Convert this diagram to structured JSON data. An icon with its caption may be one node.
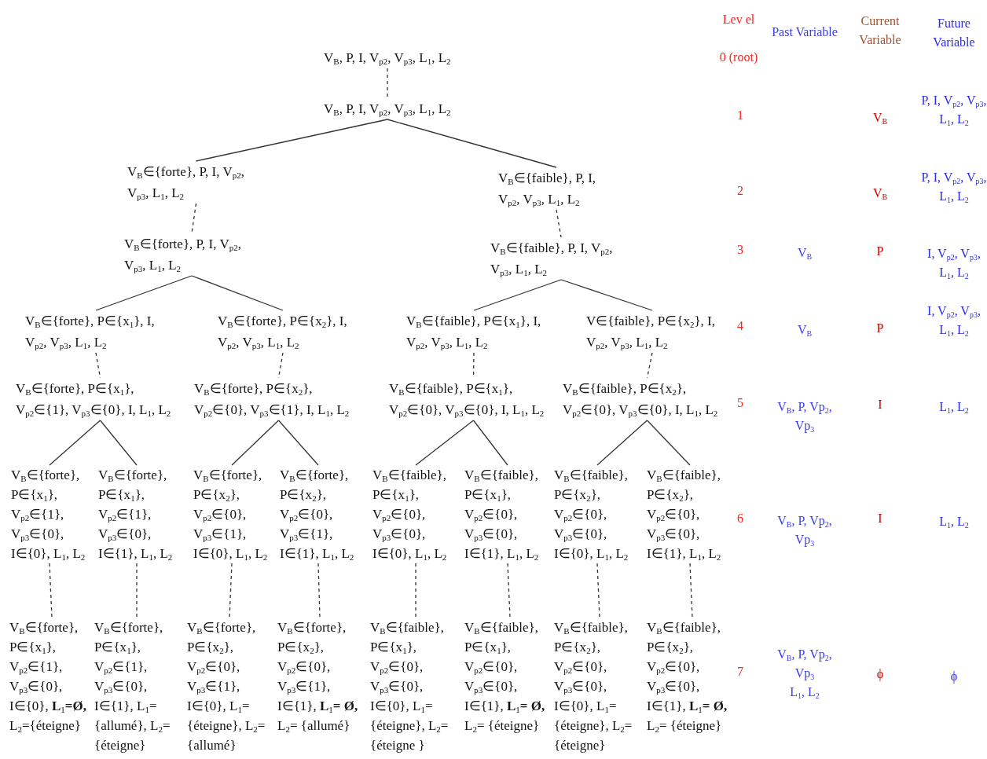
{
  "diagram": {
    "nodes": [
      {
        "text": [
          "V$_{B}$, P, I, V$_{p2}$, V$_{p3}$, L$_{1}$, L$_{2}$"
        ]
      },
      {
        "text": [
          "V$_{B}$, P, I, V$_{p2}$, V$_{p3}$, L$_{1}$, L$_{2}$"
        ]
      },
      {
        "text": [
          "V$_{B}$∈{forte}, P, I, V$_{p2}$, V$_{p3}$, L$_{1}$, L$_{2}$"
        ]
      },
      {
        "text": [
          "V$_{B}$∈{faible}, P, I, V$_{p2}$, V$_{p3}$, L$_{1}$, L$_{2}$"
        ]
      },
      {
        "text": [
          "V$_{B}$∈{forte}, P, I, V$_{p2}$, V$_{p3}$, L$_{1}$, L$_{2}$"
        ]
      },
      {
        "text": [
          "V$_{B}$∈{faible}, P, I, V$_{p2}$, V$_{p3}$, L$_{1}$, L$_{2}$"
        ]
      },
      {
        "text": [
          "V$_{B}$∈{forte}, P∈{x$_{1}$}, I, V$_{p2}$, V$_{p3}$, L$_{1}$, L$_{2}$"
        ]
      },
      {
        "text": [
          "V$_{B}$∈{forte}, P∈{x$_{2}$}, I, V$_{p2}$, V$_{p3}$, L$_{1}$, L$_{2}$"
        ]
      },
      {
        "text": [
          "V$_{B}$∈{faible}, P∈{x$_{1}$}, I, V$_{p2}$, V$_{p3}$, L$_{1}$, L$_{2}$"
        ]
      },
      {
        "text": [
          "V∈{faible}, P∈{x$_{2}$}, I, V$_{p2}$, V$_{p3}$, L$_{1}$, L$_{2}$"
        ]
      },
      {
        "text": [
          "V$_{B}$∈{forte}, P∈{x$_{1}$}, V$_{p2}$∈{1}, V$_{p3}$∈{0}, I, L$_{1}$, L$_{2}$"
        ]
      },
      {
        "text": [
          "V$_{B}$∈{forte}, P∈{x$_{2}$}, V$_{p2}$∈{0}, V$_{p3}$∈{1}, I, L$_{1}$, L$_{2}$"
        ]
      },
      {
        "text": [
          "V$_{B}$∈{faible}, P∈{x$_{1}$}, V$_{p2}$∈{0}, V$_{p3}$∈{0}, I, L$_{1}$, L$_{2}$"
        ]
      },
      {
        "text": [
          "V$_{B}$∈{faible}, P∈{x$_{2}$}, V$_{p2}$∈{0}, V$_{p3}$∈{0}, I, L$_{1}$, L$_{2}$"
        ]
      },
      {
        "text": [
          "V$_{B}$∈{forte}, P∈{x$_{1}$}, V$_{p2}$∈{1}, V$_{p3}$∈{0}, I∈{0}, L$_{1}$, L$_{2}$"
        ]
      },
      {
        "text": [
          "V$_{B}$∈{forte}, P∈{x$_{1}$}, V$_{p2}$∈{1}, V$_{p3}$∈{0}, I∈{1}, L$_{1}$, L$_{2}$"
        ]
      },
      {
        "text": [
          "V$_{B}$∈{forte}, P∈{x$_{2}$}, V$_{p2}$∈{0}, V$_{p3}$∈{1}, I∈{0}, L$_{1}$, L$_{2}$"
        ]
      },
      {
        "text": [
          "V$_{B}$∈{forte}, P∈{x$_{2}$}, V$_{p2}$∈{0}, V$_{p3}$∈{1}, I∈{1}, L$_{1}$, L$_{2}$"
        ]
      },
      {
        "text": [
          "V$_{B}$∈{faible}, P∈{x$_{1}$}, V$_{p2}$∈{0}, V$_{p3}$∈{0}, I∈{0}, L$_{1}$, L$_{2}$"
        ]
      },
      {
        "text": [
          "V$_{B}$∈{faible}, P∈{x$_{1}$}, V$_{p2}$∈{0}, V$_{p3}$∈{0}, I∈{1}, L$_{1}$, L$_{2}$"
        ]
      },
      {
        "text": [
          "V$_{B}$∈{faible}, P∈{x$_{2}$}, V$_{p2}$∈{0}, V$_{p3}$∈{0}, I∈{0}, L$_{1}$, L$_{2}$"
        ]
      },
      {
        "text": [
          "V$_{B}$∈{faible}, P∈{x$_{2}$}, V$_{p2}$∈{0}, V$_{p3}$∈{0}, I∈{1}, L$_{1}$, L$_{2}$"
        ]
      },
      {
        "text": [
          "V$_{B}$∈{forte}, P∈{x$_{1}$}, V$_{p2}$∈{1}, V$_{p3}$∈{0}, I∈{0}, **L**$_{1}$**=Ø,** L$_{2}$={éteigne}"
        ]
      },
      {
        "text": [
          "V$_{B}$∈{forte}, P∈{x$_{1}$}, V$_{p2}$∈{1}, V$_{p3}$∈{0}, I∈{1}, L$_{1}$={allumé}, L$_{2}$={éteigne}"
        ]
      },
      {
        "text": [
          "V$_{B}$∈{forte}, P∈{x$_{2}$}, V$_{p2}$∈{0}, V$_{p3}$∈{1}, I∈{0}, L$_{1}$={éteigne}, L$_{2}$={allumé}"
        ]
      },
      {
        "text": [
          "V$_{B}$∈{forte}, P∈{x$_{2}$}, V$_{p2}$∈{0}, V$_{p3}$∈{1}, I∈{1}, **L**$_{1}$**= Ø,** L$_{2}$= {allumé}"
        ]
      },
      {
        "text": [
          "V$_{B}$∈{faible}, P∈{x$_{1}$}, V$_{p2}$∈{0}, V$_{p3}$∈{0}, I∈{0}, L$_{1}$={éteigne}, L$_{2}$= {éteigne }"
        ]
      },
      {
        "text": [
          "V$_{B}$∈{faible}, P∈{x$_{1}$}, V$_{p2}$∈{0}, V$_{p3}$∈{0}, I∈{1}, **L**$_{1}$**= Ø,** L$_{2}$= {éteigne}"
        ]
      },
      {
        "text": [
          "V$_{B}$∈{faible}, P∈{x$_{2}$}, V$_{p2}$∈{0}, V$_{p3}$∈{0}, I∈{0}, L$_{1}$={éteigne}, L$_{2}$= {éteigne}"
        ]
      },
      {
        "text": [
          "V$_{B}$∈{faible}, P∈{x$_{2}$}, V$_{p2}$∈{0}, V$_{p3}$∈{0}, I∈{1}, **L**$_{1}$**= Ø,** L$_{2}$= {éteigne}"
        ]
      }
    ],
    "edges": [
      {
        "from": 0,
        "to": 1,
        "arrow": "none",
        "style": "dashed"
      },
      {
        "from": 1,
        "to": 2,
        "arrow": "none"
      },
      {
        "from": 1,
        "to": 3,
        "arrow": "none"
      },
      {
        "from": 2,
        "to": 4,
        "arrow": "none",
        "style": "dashed"
      },
      {
        "from": 3,
        "to": 5,
        "arrow": "none",
        "style": "dashed"
      },
      {
        "from": 4,
        "to": 6,
        "arrow": "none"
      },
      {
        "from": 4,
        "to": 7,
        "arrow": "none"
      },
      {
        "from": 5,
        "to": 8,
        "arrow": "none"
      },
      {
        "from": 5,
        "to": 9,
        "arrow": "none"
      },
      {
        "from": 6,
        "to": 10,
        "arrow": "none",
        "style": "dashed"
      },
      {
        "from": 7,
        "to": 11,
        "arrow": "none",
        "style": "dashed"
      },
      {
        "from": 8,
        "to": 12,
        "arrow": "none",
        "style": "dashed"
      },
      {
        "from": 9,
        "to": 13,
        "arrow": "none",
        "style": "dashed"
      },
      {
        "from": 10,
        "to": 14,
        "arrow": "none"
      },
      {
        "from": 10,
        "to": 15,
        "arrow": "none"
      },
      {
        "from": 11,
        "to": 16,
        "arrow": "none"
      },
      {
        "from": 11,
        "to": 17,
        "arrow": "none"
      },
      {
        "from": 12,
        "to": 18,
        "arrow": "none"
      },
      {
        "from": 12,
        "to": 19,
        "arrow": "none"
      },
      {
        "from": 13,
        "to": 20,
        "arrow": "none"
      },
      {
        "from": 13,
        "to": 21,
        "arrow": "none"
      },
      {
        "from": 14,
        "to": 22,
        "arrow": "none",
        "style": "dashed"
      },
      {
        "from": 15,
        "to": 23,
        "arrow": "none",
        "style": "dashed"
      },
      {
        "from": 16,
        "to": 24,
        "arrow": "none",
        "style": "dashed"
      },
      {
        "from": 17,
        "to": 25,
        "arrow": "none",
        "style": "dashed"
      },
      {
        "from": 18,
        "to": 26,
        "arrow": "none",
        "style": "dashed"
      },
      {
        "from": 19,
        "to": 27,
        "arrow": "none",
        "style": "dashed"
      },
      {
        "from": 20,
        "to": 28,
        "arrow": "none",
        "style": "dashed"
      },
      {
        "from": 21,
        "to": 29,
        "arrow": "none",
        "style": "dashed"
      }
    ],
    "labels": [
      "Lev el",
      "Past Variable",
      "Current Variable",
      "Future Variable",
      "0 (root)",
      "1",
      "V$_{B}$",
      "P, I, V$_{p2}$, V$_{p3}$, L$_{1}$, L$_{2}$",
      "2",
      "V$_{B}$",
      "P, I, V$_{p2}$, V$_{p3}$, L$_{1}$, L$_{2}$",
      "3",
      "V$_{B}$",
      "P",
      "I, V$_{p2}$, V$_{p3}$, L$_{1}$, L$_{2}$",
      "4",
      "V$_{B}$",
      "P",
      "I, V$_{p2}$, V$_{p3}$, L$_{1}$, L$_{2}$",
      "5",
      "V$_{B}$, P, Vp$_{2}$, Vp$_{3}$",
      "I",
      "L$_{1}$, L$_{2}$",
      "6",
      "V$_{B}$, P, Vp$_{2}$, Vp$_{3}$",
      "I",
      "L$_{1}$, L$_{2}$",
      "7",
      "V$_{B}$, P, Vp$_{2}$, Vp$_{3}$",
      "L$_{1}$, L$_{2}$",
      "ϕ",
      "ϕ"
    ]
  }
}
